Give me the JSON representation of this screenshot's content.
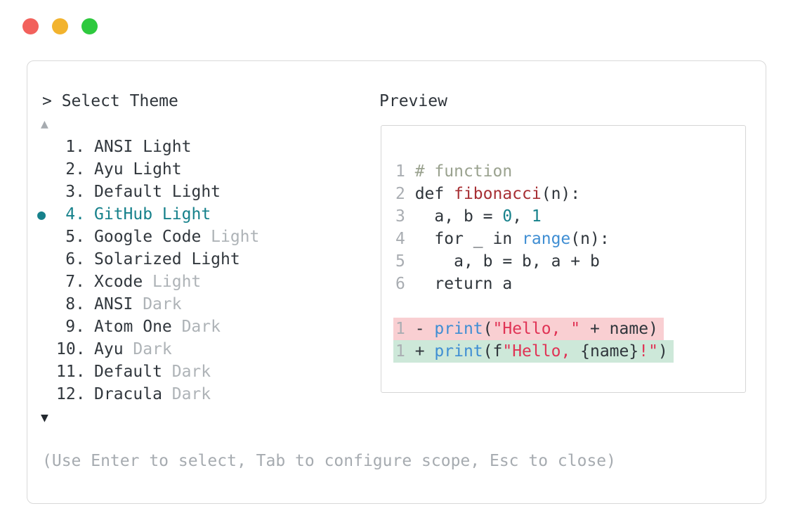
{
  "window_controls": {
    "buttons": [
      {
        "name": "close",
        "color": "#f2615c"
      },
      {
        "name": "minimize",
        "color": "#f2b32e"
      },
      {
        "name": "zoom",
        "color": "#2ec93e"
      }
    ]
  },
  "panel": {
    "prompt": "> Select Theme",
    "preview_label": "Preview",
    "scroll_up_icon": "▲",
    "scroll_down_icon": "▼",
    "footer_hint": "(Use Enter to select, Tab to configure scope, Esc to close)"
  },
  "theme_list": {
    "selection_marker": "●",
    "selected_number": "4.",
    "selected_name": "GitHub Light",
    "items": [
      {
        "number": "1.",
        "name": "ANSI Light",
        "dim": "",
        "selected": false
      },
      {
        "number": "2.",
        "name": "Ayu Light",
        "dim": "",
        "selected": false
      },
      {
        "number": "3.",
        "name": "Default Light",
        "dim": "",
        "selected": false
      },
      {
        "number": "4.",
        "name": "GitHub Light",
        "dim": "",
        "selected": true
      },
      {
        "number": "5.",
        "name": "Google Code",
        "dim": "Light",
        "selected": false
      },
      {
        "number": "6.",
        "name": "Solarized Light",
        "dim": "",
        "selected": false
      },
      {
        "number": "7.",
        "name": "Xcode",
        "dim": "Light",
        "selected": false
      },
      {
        "number": "8.",
        "name": "ANSI",
        "dim": "Dark",
        "selected": false
      },
      {
        "number": "9.",
        "name": "Atom One",
        "dim": "Dark",
        "selected": false
      },
      {
        "number": "10.",
        "name": "Ayu",
        "dim": "Dark",
        "selected": false
      },
      {
        "number": "11.",
        "name": "Default",
        "dim": "Dark",
        "selected": false
      },
      {
        "number": "12.",
        "name": "Dracula",
        "dim": "Dark",
        "selected": false
      }
    ]
  },
  "preview": {
    "code_lines": [
      {
        "highlight": "",
        "tokens": [
          [
            "1 ",
            "ln"
          ],
          [
            "# function",
            "com"
          ]
        ]
      },
      {
        "highlight": "",
        "tokens": [
          [
            "2 ",
            "ln"
          ],
          [
            "def ",
            "txt"
          ],
          [
            "fibonacci",
            "func"
          ],
          [
            "(n):",
            "txt"
          ]
        ]
      },
      {
        "highlight": "",
        "tokens": [
          [
            "3 ",
            "ln"
          ],
          [
            "  a, b = ",
            "txt"
          ],
          [
            "0",
            "num"
          ],
          [
            ", ",
            "txt"
          ],
          [
            "1",
            "num"
          ]
        ]
      },
      {
        "highlight": "",
        "tokens": [
          [
            "4 ",
            "ln"
          ],
          [
            "  for _ in ",
            "txt"
          ],
          [
            "range",
            "blue"
          ],
          [
            "(n):",
            "txt"
          ]
        ]
      },
      {
        "highlight": "",
        "tokens": [
          [
            "5 ",
            "ln"
          ],
          [
            "    a, b = b, a + b",
            "txt"
          ]
        ]
      },
      {
        "highlight": "",
        "tokens": [
          [
            "6 ",
            "ln"
          ],
          [
            "  return a",
            "txt"
          ]
        ]
      },
      {
        "highlight": "",
        "tokens": []
      },
      {
        "highlight": "red",
        "tokens": [
          [
            "1 ",
            "ln"
          ],
          [
            "- ",
            "txt"
          ],
          [
            "print",
            "blue"
          ],
          [
            "(",
            "txt"
          ],
          [
            "\"Hello, \"",
            "str"
          ],
          [
            " + name)",
            "txt"
          ]
        ]
      },
      {
        "highlight": "green",
        "tokens": [
          [
            "1 ",
            "ln"
          ],
          [
            "+ ",
            "txt"
          ],
          [
            "print",
            "blue"
          ],
          [
            "(f",
            "txt"
          ],
          [
            "\"Hello, ",
            "str"
          ],
          [
            "{name}",
            "txt"
          ],
          [
            "!\"",
            "str"
          ],
          [
            ")",
            "txt"
          ]
        ]
      }
    ]
  },
  "colors": {
    "selected_accent": "#16818b",
    "text": "#2f353b",
    "muted": "#a6abb0",
    "comment": "#9aa28f",
    "function_name": "#a72f34",
    "string": "#e03355",
    "builtin_blue": "#3f8ed3",
    "number_teal": "#16818b",
    "diff_removed_bg": "#f9cfd2",
    "diff_added_bg": "#cde8d9",
    "window_border": "#d9d9d9"
  }
}
